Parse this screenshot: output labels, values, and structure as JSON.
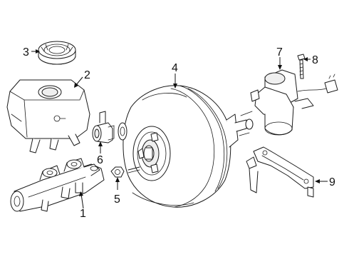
{
  "colors": {
    "line": "#1a1a1a",
    "background": "#ffffff"
  },
  "callouts": [
    {
      "id": "master-cylinder",
      "label": "1"
    },
    {
      "id": "reservoir",
      "label": "2"
    },
    {
      "id": "reservoir-cap",
      "label": "3"
    },
    {
      "id": "brake-booster",
      "label": "4"
    },
    {
      "id": "nut",
      "label": "5"
    },
    {
      "id": "sensor",
      "label": "6"
    },
    {
      "id": "vacuum-pump",
      "label": "7"
    },
    {
      "id": "bolt",
      "label": "8"
    },
    {
      "id": "pump-bracket",
      "label": "9"
    }
  ]
}
